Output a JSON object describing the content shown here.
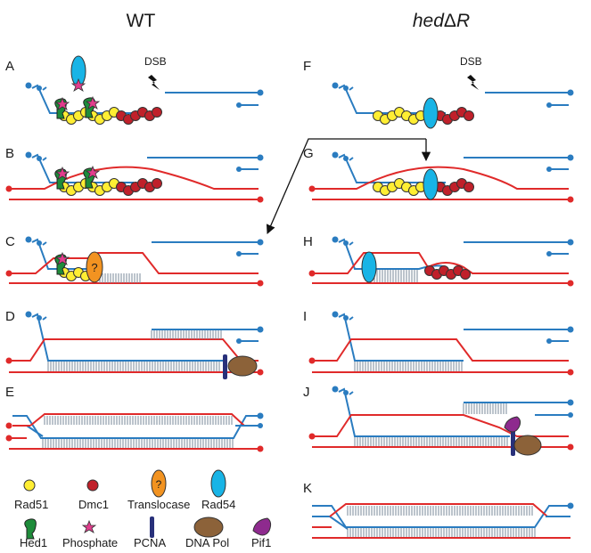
{
  "columns": {
    "left_title": "WT",
    "right_title_prefix": "hed",
    "right_title_delta": "Δ",
    "right_title_suffix": "R"
  },
  "panels": {
    "A": "A",
    "B": "B",
    "C": "C",
    "D": "D",
    "E": "E",
    "F": "F",
    "G": "G",
    "H": "H",
    "I": "I",
    "J": "J",
    "K": "K"
  },
  "dsb_label": "DSB",
  "translocase_mark": "?",
  "legend": {
    "rad51": "Rad51",
    "dmc1": "Dmc1",
    "translocase": "Translocase",
    "rad54": "Rad54",
    "hed1": "Hed1",
    "phosphate": "Phosphate",
    "pcna": "PCNA",
    "dna_pol": "DNA Pol",
    "pif1": "Pif1"
  },
  "colors": {
    "invading_strand": "#2a7cc0",
    "template_strand": "#e02a2a",
    "rad51": "#ffee33",
    "dmc1": "#c0202a",
    "rad54": "#18b4e6",
    "hed1": "#1e8c3a",
    "phosphate": "#e23d8d",
    "translocase": "#f29321",
    "pcna": "#28307a",
    "dna_pol": "#8c6239",
    "pif1": "#8e2a8e"
  }
}
